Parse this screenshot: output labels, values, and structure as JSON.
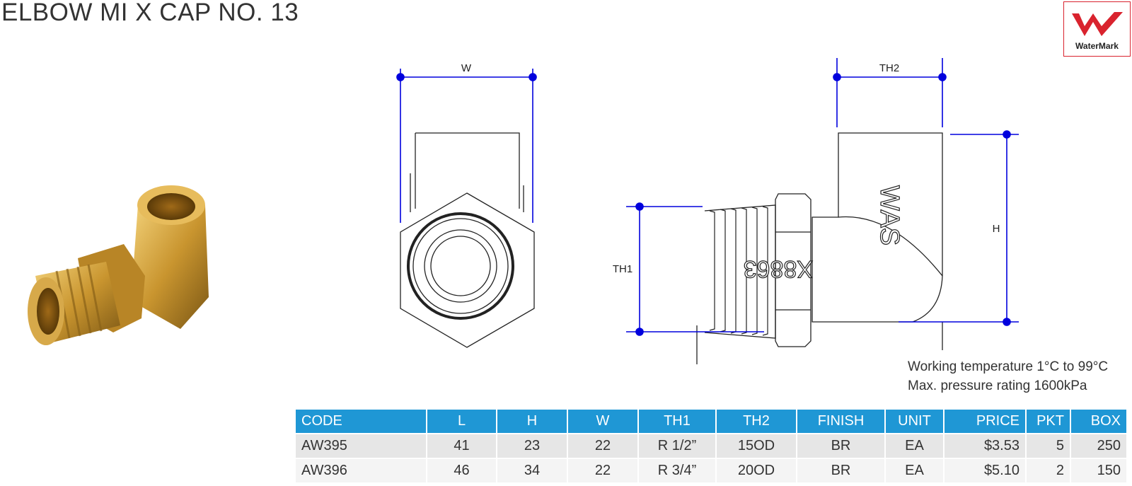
{
  "title": "ELBOW MI X CAP NO. 13",
  "logo": {
    "text": "WaterMark",
    "color": "#d9232e"
  },
  "drawing": {
    "labels": {
      "w": "W",
      "th2": "TH2",
      "h": "H",
      "th1": "TH1"
    },
    "body_marks": {
      "brand": "WAS",
      "code": "X8863"
    },
    "dimension_line_color": "#0000dd"
  },
  "specs": {
    "temperature": "Working temperature 1°C to 99°C",
    "pressure": "Max. pressure rating 1600kPa"
  },
  "table": {
    "header_color": "#1f97d5",
    "headers": [
      "CODE",
      "L",
      "H",
      "W",
      "TH1",
      "TH2",
      "FINISH",
      "UNIT",
      "PRICE",
      "PKT",
      "BOX"
    ],
    "rows": [
      [
        "AW395",
        "41",
        "23",
        "22",
        "R 1/2”",
        "15OD",
        "BR",
        "EA",
        "$3.53",
        "5",
        "250"
      ],
      [
        "AW396",
        "46",
        "34",
        "22",
        "R 3/4”",
        "20OD",
        "BR",
        "EA",
        "$5.10",
        "2",
        "150"
      ]
    ]
  }
}
